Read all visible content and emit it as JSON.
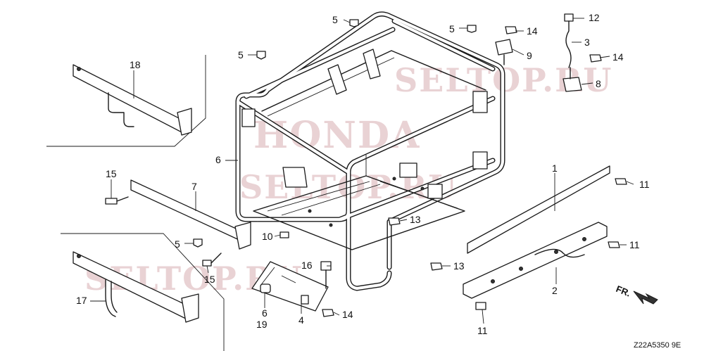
{
  "watermarks": [
    "SELTOP.RU",
    "HONDA",
    "SELTOP.RU",
    "SELTOP.RU"
  ],
  "callouts": {
    "c1": "1",
    "c2": "2",
    "c3": "3",
    "c4": "4",
    "c5a": "5",
    "c5b": "5",
    "c5c": "5",
    "c5d": "5",
    "c6a": "6",
    "c6b": "6",
    "c7": "7",
    "c8": "8",
    "c9": "9",
    "c10": "10",
    "c11a": "11",
    "c11b": "11",
    "c11c": "11",
    "c12": "12",
    "c13a": "13",
    "c13b": "13",
    "c14a": "14",
    "c14b": "14",
    "c14c": "14",
    "c15a": "15",
    "c15b": "15",
    "c16": "16",
    "c17": "17",
    "c18": "18",
    "c19": "19"
  },
  "direction_label": "FR.",
  "diagram_code": "Z22A5350 9E"
}
